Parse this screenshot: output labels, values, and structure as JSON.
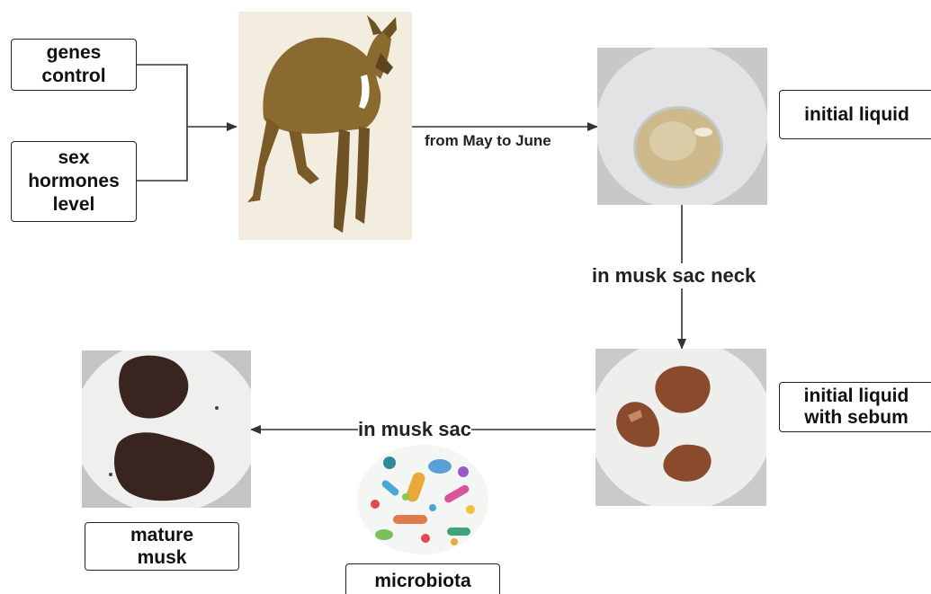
{
  "inputs": {
    "genes_control": "genes\ncontrol",
    "sex_hormones_level": "sex\nhormones\nlevel"
  },
  "stages": {
    "initial_liquid": "initial liquid",
    "initial_liquid_with_sebum": "initial liquid\nwith sebum",
    "mature_musk": "mature\nmusk",
    "microbiota": "microbiota"
  },
  "transitions": {
    "deer_to_liquid": "from May to June",
    "liquid_to_sebum": "in musk sac neck",
    "sebum_to_mature": "in musk sac"
  },
  "colors": {
    "deer_coat": "#8a6a2e",
    "liquid": "#cdb98a",
    "musk_raw": "#8a4a2c",
    "musk_mature": "#3a2420"
  }
}
